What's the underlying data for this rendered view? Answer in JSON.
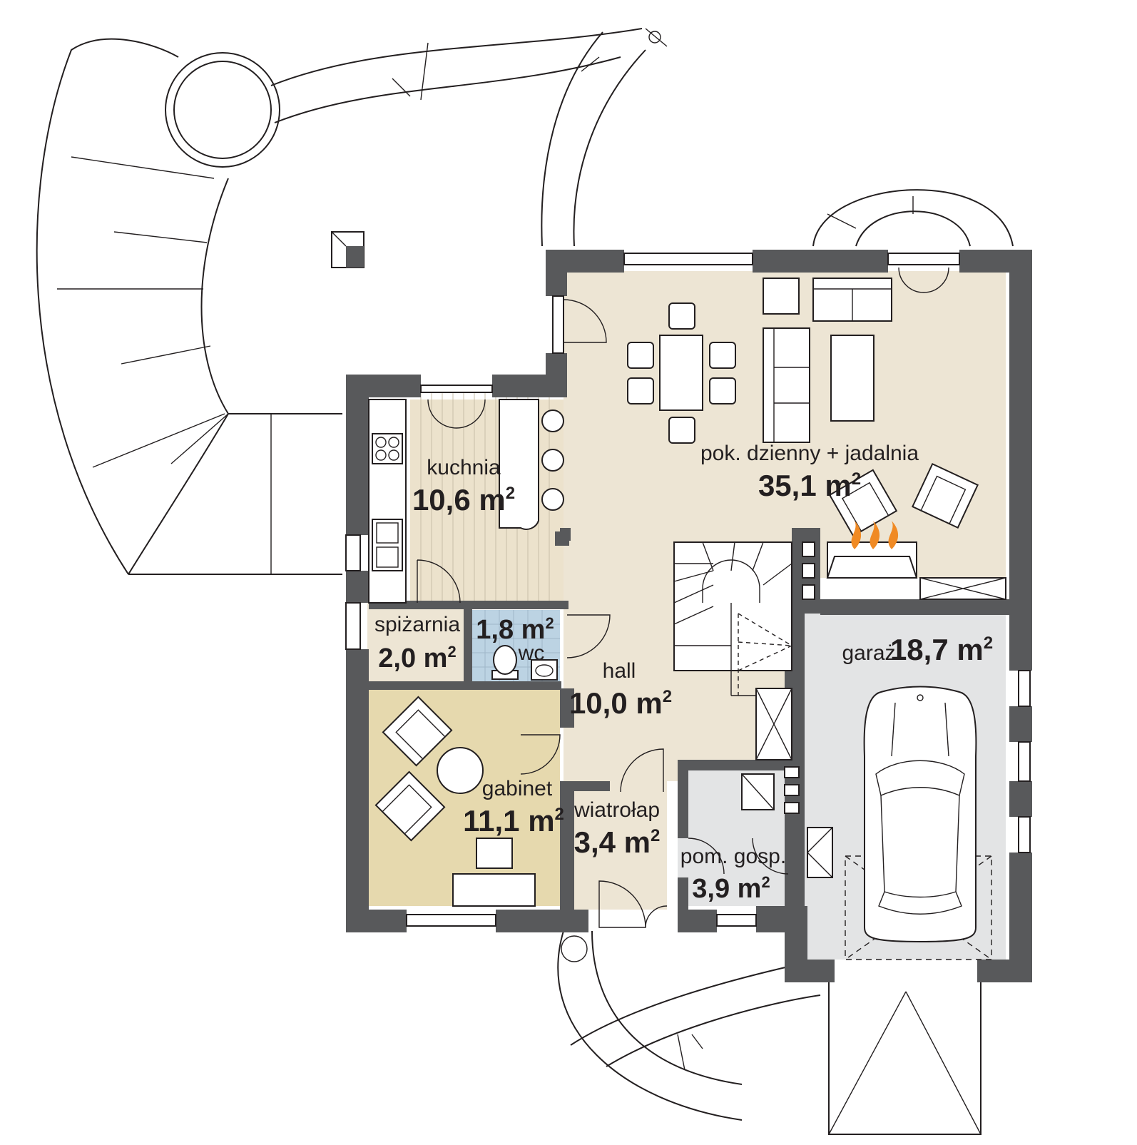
{
  "rooms": {
    "living": {
      "name": "pok. dzienny + jadalnia",
      "area": "35,1 m",
      "sup": "2"
    },
    "kitchen": {
      "name": "kuchnia",
      "area": "10,6 m",
      "sup": "2"
    },
    "pantry": {
      "name": "spiżarnia",
      "area": "2,0 m",
      "sup": "2"
    },
    "wc": {
      "name": "wc",
      "area": "1,8 m",
      "sup": "2"
    },
    "hall": {
      "name": "hall",
      "area": "10,0 m",
      "sup": "2"
    },
    "garage": {
      "name": "garaż",
      "area": "18,7 m",
      "sup": "2"
    },
    "office": {
      "name": "gabinet",
      "area": "11,1 m",
      "sup": "2"
    },
    "vestibule": {
      "name": "wiatrołap",
      "area": "3,4 m",
      "sup": "2"
    },
    "utility": {
      "name": "pom. gosp.",
      "area": "3,9 m",
      "sup": "2"
    }
  },
  "colors": {
    "wall": "#58595b",
    "living_floor": "#ede5d4",
    "kitchen_floor": "#ece2cc",
    "pantry_floor": "#ede5d4",
    "wc_floor": "#bcd3e3",
    "office_floor": "#e6d9ae",
    "garage_floor": "#e3e4e5",
    "utility_floor": "#e3e4e5",
    "flame": "#f08a24"
  }
}
